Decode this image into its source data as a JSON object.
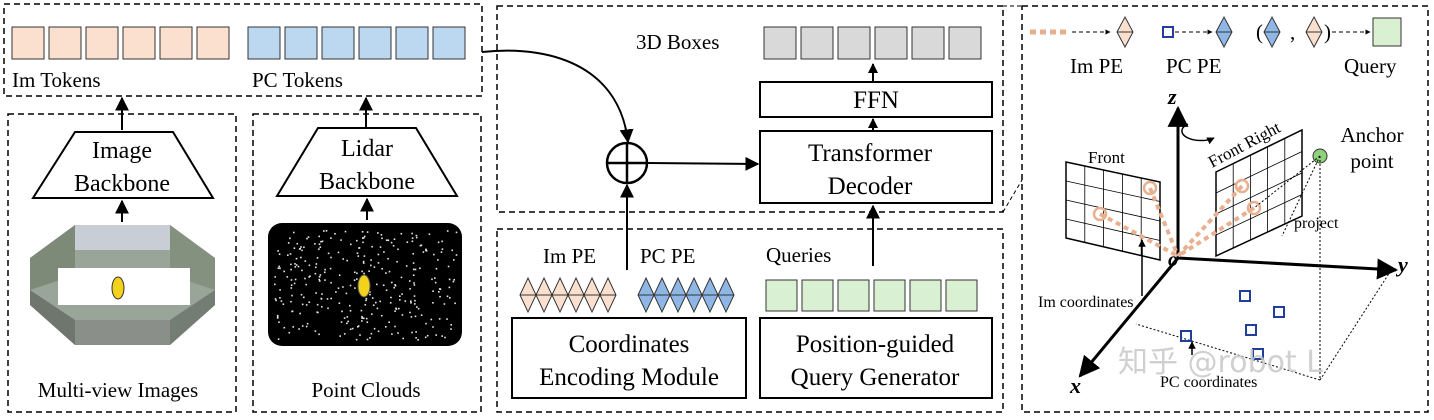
{
  "tokens": {
    "im_label": "Im Tokens",
    "pc_label": "PC Tokens",
    "im_color": "#fbe0d0",
    "pc_color": "#bcd7f0"
  },
  "image_branch": {
    "backbone_line1": "Image",
    "backbone_line2": "Backbone",
    "caption": "Multi-view Images"
  },
  "lidar_branch": {
    "backbone_line1": "Lidar",
    "backbone_line2": "Backbone",
    "caption": "Point Clouds"
  },
  "decoder_panel": {
    "boxes_label": "3D Boxes",
    "ffn_label": "FFN",
    "decoder_line1": "Transformer",
    "decoder_line2": "Decoder",
    "box_color": "#d9d9d9"
  },
  "encoding_panel": {
    "im_pe_label": "Im PE",
    "pc_pe_label": "PC PE",
    "queries_label": "Queries",
    "cem_line1": "Coordinates",
    "cem_line2": "Encoding Module",
    "pqg_line1": "Position-guided",
    "pqg_line2": "Query Generator",
    "im_pe_color": "#fbe0d0",
    "pc_pe_color": "#8fb7e6",
    "query_color": "#d9f0d3"
  },
  "detail_panel": {
    "legend_im_pe": "Im PE",
    "legend_pc_pe": "PC PE",
    "legend_query": "Query",
    "legend_paren_open": "(",
    "legend_comma": ",",
    "legend_paren_close": ")",
    "axis_z": "z",
    "axis_y": "y",
    "axis_x": "x",
    "origin": "o",
    "front_label": "Front",
    "front_right_label": "Front Right",
    "anchor_line1": "Anchor",
    "anchor_line2": "point",
    "project_label": "project",
    "im_coords_label": "Im coordinates",
    "pc_coords_label": "PC coordinates",
    "watermark": "知乎 @robot L",
    "anchor_color": "#8fd27a",
    "pc_square_color": "#1f3f9a",
    "im_dash_color": "#e9b08f"
  }
}
